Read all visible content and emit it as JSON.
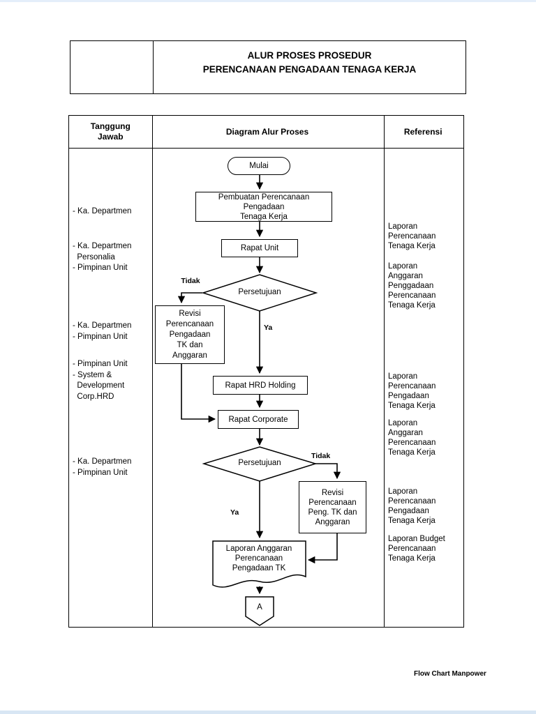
{
  "title_block": {
    "title": "ALUR PROSES PROSEDUR\nPERENCANAAN PENGADAAN TENAGA KERJA"
  },
  "table": {
    "header_col1": "Tanggung\nJawab",
    "header_col2": "Diagram Alur Proses",
    "header_col3": "Referensi"
  },
  "responsibilities": [
    {
      "text": "- Ka. Departmen"
    },
    {
      "text": "- Ka. Departmen\n  Personalia\n- Pimpinan Unit"
    },
    {
      "text": "- Ka. Departmen\n- Pimpinan Unit"
    },
    {
      "text": "- Pimpinan Unit\n- System &\n  Development\n  Corp.HRD"
    },
    {
      "text": "- Ka. Departmen\n- Pimpinan Unit"
    }
  ],
  "references": [
    {
      "text": "Laporan\nPerencanaan\nTenaga Kerja"
    },
    {
      "text": "Laporan\nAnggaran\nPenggadaan\nPerencanaan\nTenaga Kerja"
    },
    {
      "text": "Laporan\nPerencanaan\nPengadaan\nTenaga Kerja"
    },
    {
      "text": "Laporan\nAnggaran\nPerencanaan\nTenaga Kerja"
    },
    {
      "text": "Laporan\nPerencanaan\nPengadaan\nTenaga Kerja"
    },
    {
      "text": "Laporan Budget\nPerencanaan\nTenaga Kerja"
    }
  ],
  "flowchart": {
    "start": "Mulai",
    "process_pembuatan": "Pembuatan Perencanaan\nPengadaan\nTenaga Kerja",
    "rapat_unit": "Rapat Unit",
    "decision1": "Persetujuan",
    "revisi1": "Revisi\nPerencanaan\nPengadaan\nTK dan\nAnggaran",
    "rapat_hrd": "Rapat HRD Holding",
    "rapat_corporate": "Rapat Corporate",
    "decision2": "Persetujuan",
    "revisi2": "Revisi\nPerencanaan\nPeng. TK dan\nAnggaran",
    "document": "Laporan Anggaran\nPerencanaan\nPengadaan TK",
    "connector": "A",
    "label_yes": "Ya",
    "label_no": "Tidak"
  },
  "page": {
    "footer": "Flow Chart Manpower"
  },
  "colors": {
    "line": "#000000",
    "page_edge": "#dce9f5"
  }
}
